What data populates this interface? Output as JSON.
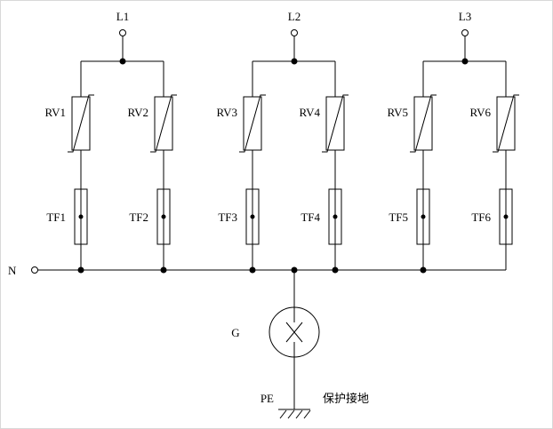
{
  "diagram": {
    "type": "surge-protection-circuit",
    "phases": [
      "L1",
      "L2",
      "L3"
    ],
    "varistors": [
      "RV1",
      "RV2",
      "RV3",
      "RV4",
      "RV5",
      "RV6"
    ],
    "fuses": [
      "TF1",
      "TF2",
      "TF3",
      "TF4",
      "TF5",
      "TF6"
    ],
    "neutral_label": "N",
    "gdt_label": "G",
    "pe_label": "PE",
    "earth_note": "保护接地",
    "line_color": "#000000",
    "background_color": "#ffffff"
  }
}
